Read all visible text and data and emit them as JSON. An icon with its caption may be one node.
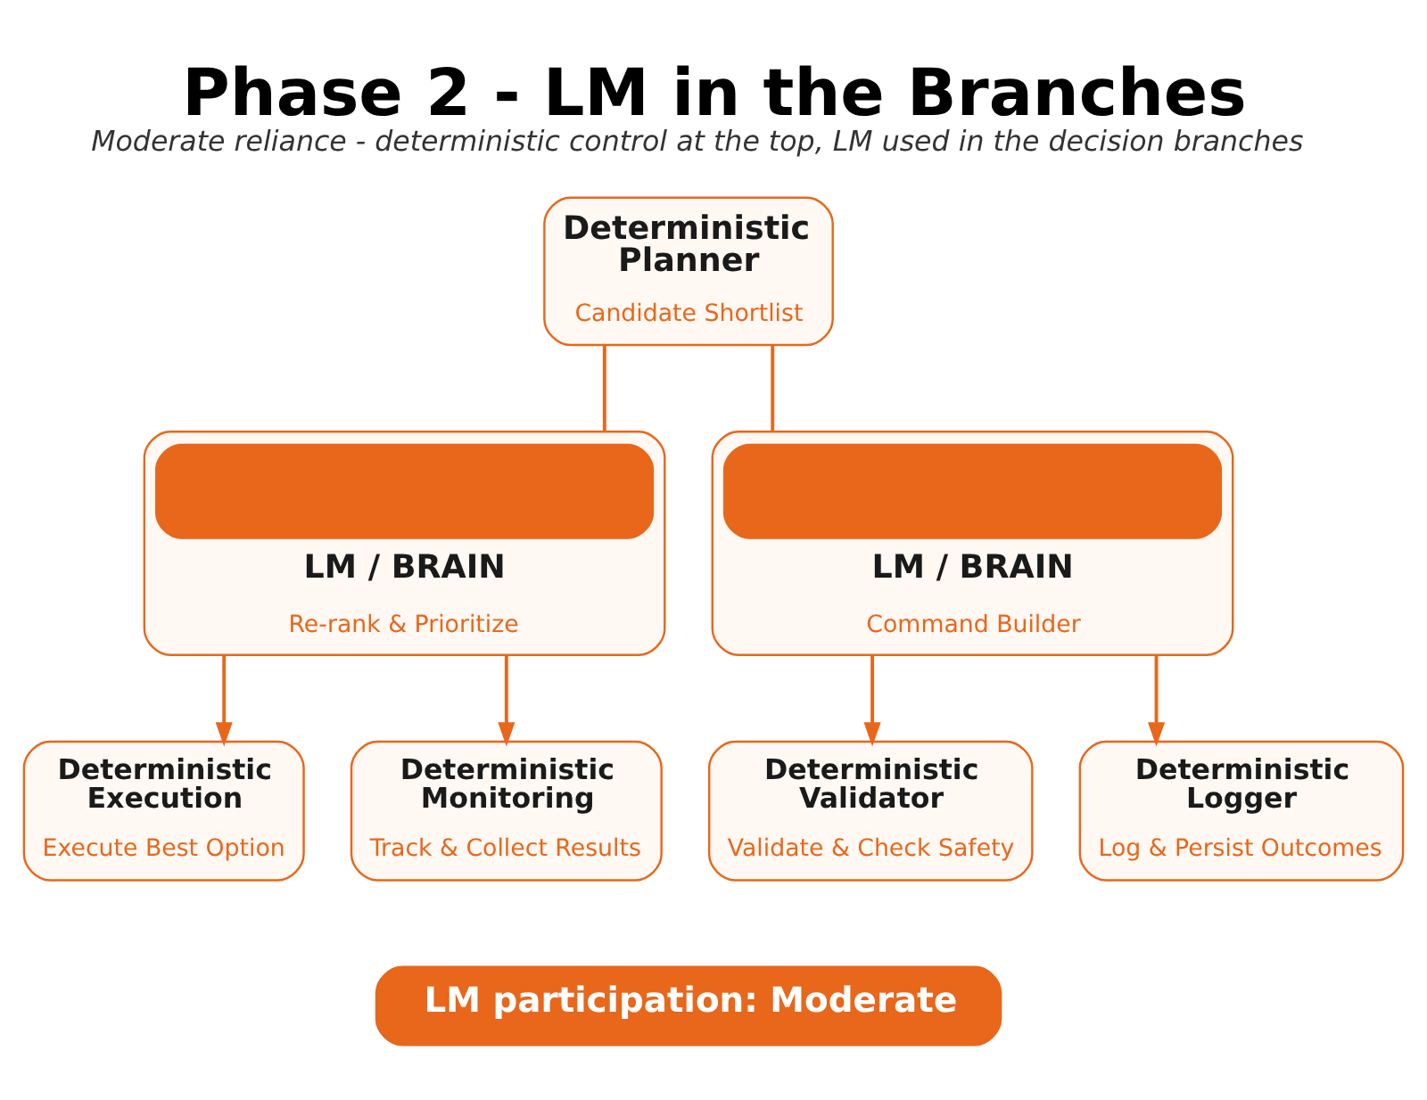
{
  "diagram": {
    "title": "Phase 2 - LM in the Branches",
    "caption": "Moderate reliance - deterministic control at the top, LM used in the decision branches",
    "nodes": [
      {
        "text": [
          "Deterministic Planner",
          "Candidate Shortlist"
        ]
      },
      {
        "text": [
          "LM / BRAIN",
          "Re-rank & Prioritize"
        ]
      },
      {
        "text": [
          "LM / BRAIN",
          "Command Builder"
        ]
      },
      {
        "text": [
          "Deterministic Execution",
          "Execute Best Option"
        ]
      },
      {
        "text": [
          "Deterministic Monitoring",
          "Track & Collect Results"
        ]
      },
      {
        "text": [
          "Deterministic Validator",
          "Validate & Check Safety"
        ]
      },
      {
        "text": [
          "Deterministic Logger",
          "Log & Persist Outcomes"
        ]
      },
      {
        "text": [
          "LM participation: Moderate"
        ]
      }
    ],
    "edges": [
      {
        "from": 0,
        "to": 1,
        "arrow": "none"
      },
      {
        "from": 0,
        "to": 2,
        "arrow": "none"
      },
      {
        "from": 1,
        "to": 3,
        "arrow": "to"
      },
      {
        "from": 1,
        "to": 4,
        "arrow": "to"
      },
      {
        "from": 2,
        "to": 5,
        "arrow": "to"
      },
      {
        "from": 2,
        "to": 6,
        "arrow": "to"
      }
    ]
  }
}
